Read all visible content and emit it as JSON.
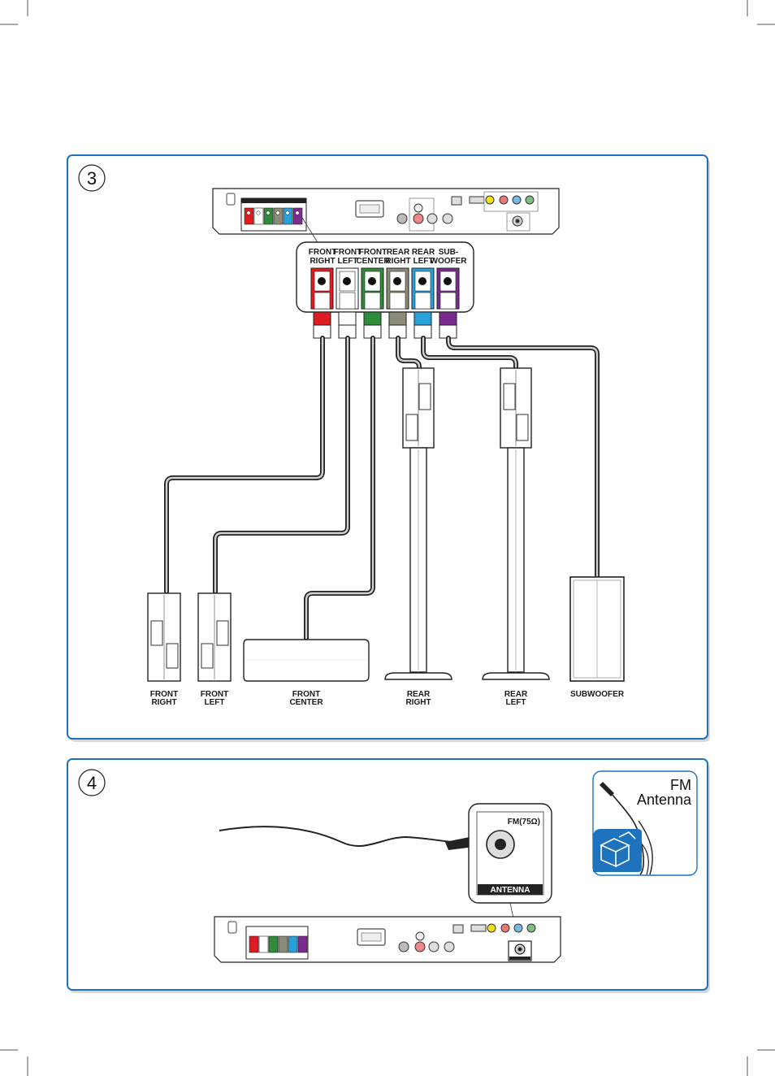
{
  "panel3": {
    "step": "3",
    "terminals": [
      {
        "line1": "FRONT",
        "line2": "RIGHT",
        "color": "#e11b22"
      },
      {
        "line1": "FRONT",
        "line2": "LEFT",
        "color": "#ffffff"
      },
      {
        "line1": "FRONT",
        "line2": "CENTER",
        "color": "#2e8b3a"
      },
      {
        "line1": "REAR",
        "line2": "RIGHT",
        "color": "#8c8a78"
      },
      {
        "line1": "REAR",
        "line2": "LEFT",
        "color": "#2aa0d8"
      },
      {
        "line1": "SUB-",
        "line2": "WOOFER",
        "color": "#7b2a8e"
      }
    ],
    "speakers": {
      "front_right": {
        "line1": "FRONT",
        "line2": "RIGHT"
      },
      "front_left": {
        "line1": "FRONT",
        "line2": "LEFT"
      },
      "front_center": {
        "line1": "FRONT",
        "line2": "CENTER"
      },
      "rear_right": {
        "line1": "REAR",
        "line2": "RIGHT"
      },
      "rear_left": {
        "line1": "REAR",
        "line2": "LEFT"
      },
      "subwoofer": {
        "line1": "SUBWOOFER"
      }
    }
  },
  "panel4": {
    "step": "4",
    "jack_label": "FM(75Ω)",
    "antenna_label": "ANTENNA",
    "callout": {
      "line1": "FM",
      "line2": "Antenna"
    }
  },
  "colors": {
    "panel_border": "#1e73be",
    "box_icon": "#1e73be"
  }
}
